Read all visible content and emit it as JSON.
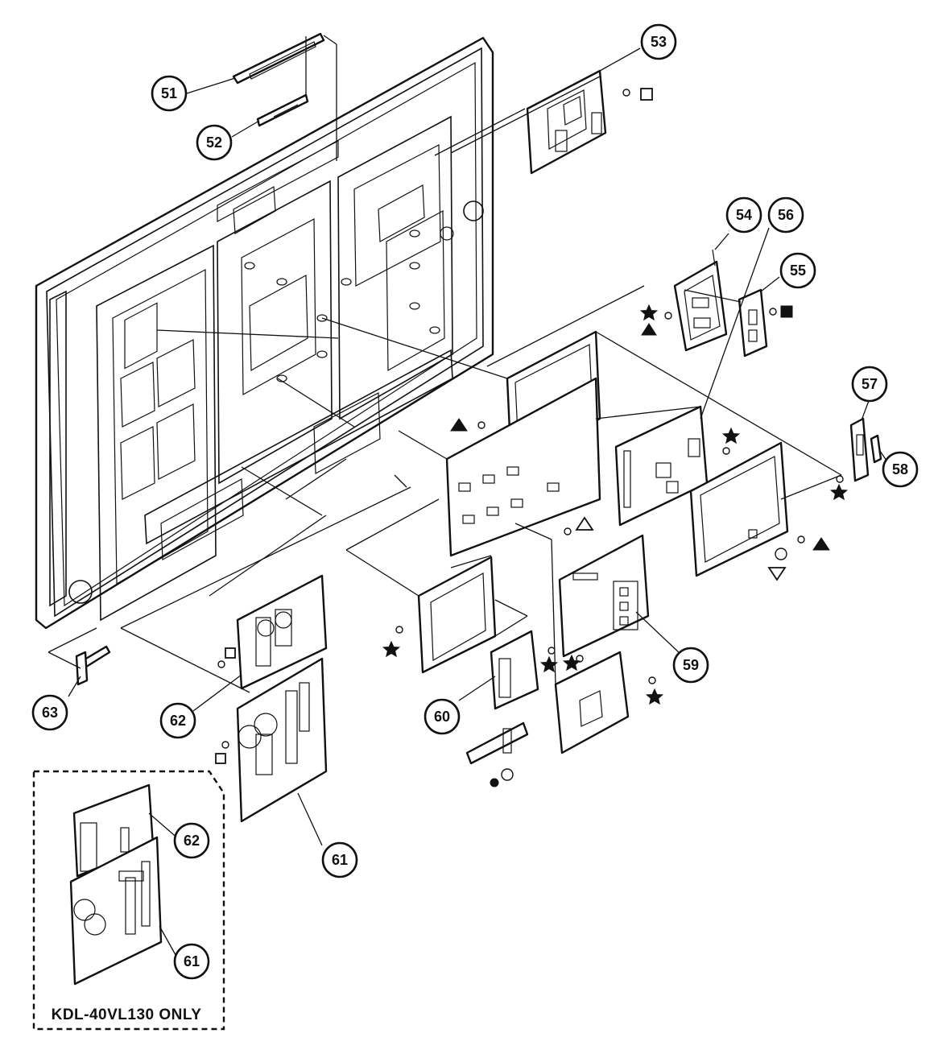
{
  "callouts": {
    "c51": "51",
    "c52": "52",
    "c53": "53",
    "c54": "54",
    "c55": "55",
    "c56": "56",
    "c57": "57",
    "c58": "58",
    "c59": "59",
    "c60": "60",
    "c61a": "61",
    "c61b": "61",
    "c62a": "62",
    "c62b": "62",
    "c63": "63"
  },
  "note": {
    "model_only": "KDL-40VL130 ONLY"
  },
  "symbols": {
    "star": "star-symbol",
    "triangle_filled": "filled-triangle-symbol",
    "triangle_open": "open-triangle-symbol",
    "square_filled": "filled-square-symbol",
    "square_open": "open-square-symbol",
    "circle_filled": "filled-circle-symbol"
  }
}
